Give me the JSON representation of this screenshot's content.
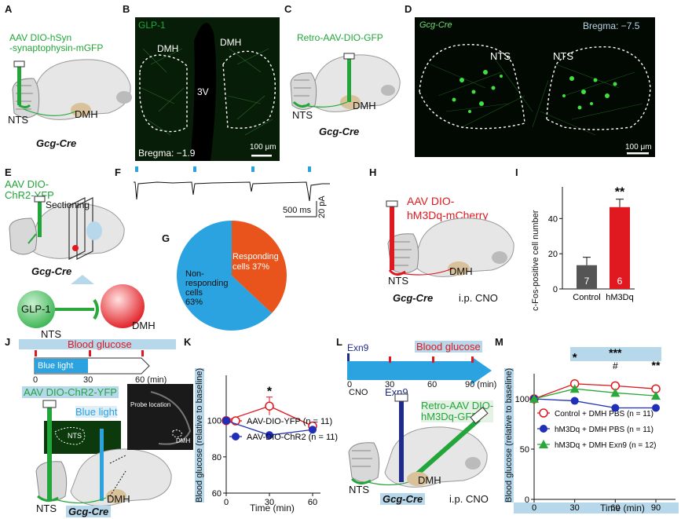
{
  "panels": {
    "A": {
      "letter": "A",
      "virus": "AAV DIO-hSyn\n-synaptophysin-mGFP",
      "nts": "NTS",
      "dmh": "DMH",
      "mouse": "Gcg-Cre"
    },
    "B": {
      "letter": "B",
      "stain": "GLP-1",
      "dmh_left": "DMH",
      "dmh_right": "DMH",
      "v3": "3V",
      "bregma": "Bregma: −1.9",
      "scale": "100 μm"
    },
    "C": {
      "letter": "C",
      "virus": "Retro-AAV-DIO-GFP",
      "nts": "NTS",
      "dmh": "DMH",
      "mouse": "Gcg-Cre"
    },
    "D": {
      "letter": "D",
      "stain": "Gcg-Cre",
      "bregma": "Bregma: −7.5",
      "nts_left": "NTS",
      "nts_right": "NTS",
      "scale": "100 μm"
    },
    "E": {
      "letter": "E",
      "virus": "AAV DIO-\nChR2-YFP",
      "sectioning": "Sectioning",
      "mouse": "Gcg-Cre",
      "glp1": "GLP-1",
      "nts": "NTS",
      "dmh": "DMH"
    },
    "F": {
      "letter": "F",
      "scale_time": "500 ms",
      "scale_amp": "20 pA"
    },
    "G": {
      "letter": "G",
      "slices": [
        {
          "label": "Responding\ncells 37%",
          "value": 37,
          "color": "#e8541c"
        },
        {
          "label": "Non-\nresponding\ncells\n63%",
          "value": 63,
          "color": "#2aa3e0"
        }
      ]
    },
    "H": {
      "letter": "H",
      "virus_line1": "AAV DIO-",
      "virus_line2": "hM3Dq-mCherry",
      "nts": "NTS",
      "dmh": "DMH",
      "mouse": "Gcg-Cre",
      "treatment": "i.p. CNO"
    },
    "I": {
      "letter": "I",
      "ylabel": "c-Fos-positive cell number",
      "sig": "**"
    },
    "J": {
      "letter": "J",
      "bg_label": "Blood glucose",
      "light_label": "Blue light",
      "ticks": [
        "0",
        "30",
        "60 (min)"
      ],
      "virus": "AAV DIO-ChR2-YFP",
      "blue_light": "Blue light",
      "nts_inset": "NTS",
      "probe": "Probe location",
      "dmh_inset": "DMH",
      "nts": "NTS",
      "dmh": "DMH",
      "mouse": "Gcg-Cre"
    },
    "K": {
      "letter": "K",
      "ylabel": "Blood glucose (relative to baseline)",
      "xlabel": "Time (min)",
      "sig": "*"
    },
    "L": {
      "letter": "L",
      "exn9_top": "Exn9",
      "bg_label": "Blood glucose",
      "ticks": [
        "0",
        "30",
        "60",
        "90 (min)"
      ],
      "cno": "CNO",
      "exn9": "Exn9",
      "retro": "Retro-AAV DIO-\nhM3Dq-GFP",
      "nts": "NTS",
      "dmh": "DMH",
      "mouse": "Gcg-Cre",
      "treatment": "i.p. CNO"
    },
    "M": {
      "letter": "M",
      "ylabel": "Blood glucose (relative to baseline)",
      "xlabel": "Time (min)",
      "sig": [
        "*",
        "***",
        "#",
        "**"
      ]
    }
  },
  "chart_data": [
    {
      "id": "I",
      "type": "bar",
      "categories": [
        "Control",
        "hM3Dq"
      ],
      "values": [
        13.5,
        46.5
      ],
      "errors": [
        4.5,
        4.5
      ],
      "n_labels": [
        "7",
        "6"
      ],
      "colors": [
        "#555555",
        "#e0181f"
      ],
      "ylabel": "c-Fos-positive cell number",
      "ylim": [
        0,
        58
      ],
      "yticks": [
        0,
        20,
        40
      ]
    },
    {
      "id": "K",
      "type": "line",
      "x": [
        0,
        30,
        60
      ],
      "series": [
        {
          "name": "AAV-DIO-YFP (n = 11)",
          "values": [
            100,
            108,
            97
          ],
          "errors": [
            0,
            5,
            0
          ],
          "color": "#e0181f",
          "marker": "open-circle"
        },
        {
          "name": "AAV-DIO-ChR2 (n = 11)",
          "values": [
            100,
            92,
            95
          ],
          "errors": [
            0,
            0,
            0
          ],
          "color": "#1f2fb8",
          "marker": "filled-circle"
        }
      ],
      "xlabel": "Time (min)",
      "ylabel": "Blood glucose (relative to baseline)",
      "ylim": [
        60,
        125
      ],
      "yticks": [
        60,
        80,
        100
      ],
      "xticks": [
        0,
        30,
        60
      ]
    },
    {
      "id": "M",
      "type": "line",
      "x": [
        0,
        30,
        60,
        90
      ],
      "series": [
        {
          "name": "Control + DMH PBS (n = 11)",
          "values": [
            100,
            115,
            113,
            110
          ],
          "color": "#e0181f",
          "marker": "open-circle"
        },
        {
          "name": "hM3Dq + DMH PBS (n = 11)",
          "values": [
            100,
            98,
            91,
            91
          ],
          "color": "#1f2fb8",
          "marker": "filled-circle"
        },
        {
          "name": "hM3Dq + DMH Exn9 (n = 12)",
          "values": [
            100,
            110,
            106,
            103
          ],
          "color": "#2aa83a",
          "marker": "filled-triangle"
        }
      ],
      "xlabel": "Time (min)",
      "ylabel": "Blood glucose (relative to baseline)",
      "ylim": [
        0,
        125
      ],
      "yticks": [
        0,
        50,
        100
      ],
      "xticks": [
        0,
        30,
        60,
        90
      ]
    }
  ]
}
